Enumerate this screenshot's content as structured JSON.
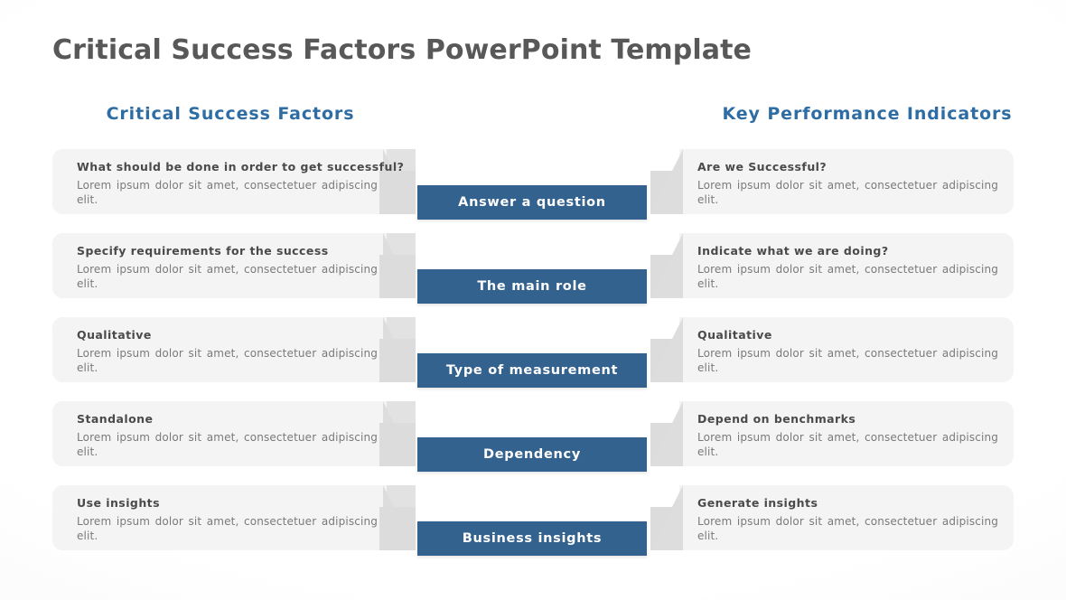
{
  "slide": {
    "title": "Critical Success Factors PowerPoint Template",
    "title_color": "#585858",
    "accent_color": "#33628f",
    "heading_color": "#2e6da4",
    "panel_color": "#f4f4f5",
    "wedge_color": "#dcdcdc"
  },
  "columns": {
    "left_heading": "Critical Success Factors",
    "right_heading": "Key Performance Indicators"
  },
  "body_text": "Lorem ipsum dolor sit amet, consectetuer adipiscing elit.",
  "rows": [
    {
      "center_label": "Answer a question",
      "left_title": "What should be done in order to get successful?",
      "left_body": "Lorem ipsum dolor sit amet, consectetuer adipiscing elit.",
      "right_title": "Are we Successful?",
      "right_body": "Lorem ipsum dolor sit amet, consectetuer adipiscing elit."
    },
    {
      "center_label": "The main role",
      "left_title": "Specify requirements for the success",
      "left_body": "Lorem ipsum dolor sit amet, consectetuer adipiscing elit.",
      "right_title": "Indicate what we are doing?",
      "right_body": "Lorem ipsum dolor sit amet, consectetuer adipiscing elit."
    },
    {
      "center_label": "Type of measurement",
      "left_title": "Qualitative",
      "left_body": "Lorem ipsum dolor sit amet, consectetuer adipiscing elit.",
      "right_title": "Qualitative",
      "right_body": "Lorem ipsum dolor sit amet, consectetuer adipiscing elit."
    },
    {
      "center_label": "Dependency",
      "left_title": "Standalone",
      "left_body": "Lorem ipsum dolor sit amet, consectetuer adipiscing elit.",
      "right_title": "Depend on benchmarks",
      "right_body": "Lorem ipsum dolor sit amet, consectetuer adipiscing elit."
    },
    {
      "center_label": "Business insights",
      "left_title": "Use insights",
      "left_body": "Lorem ipsum dolor sit amet, consectetuer adipiscing elit.",
      "right_title": "Generate insights",
      "right_body": "Lorem ipsum dolor sit amet, consectetuer adipiscing elit."
    }
  ]
}
